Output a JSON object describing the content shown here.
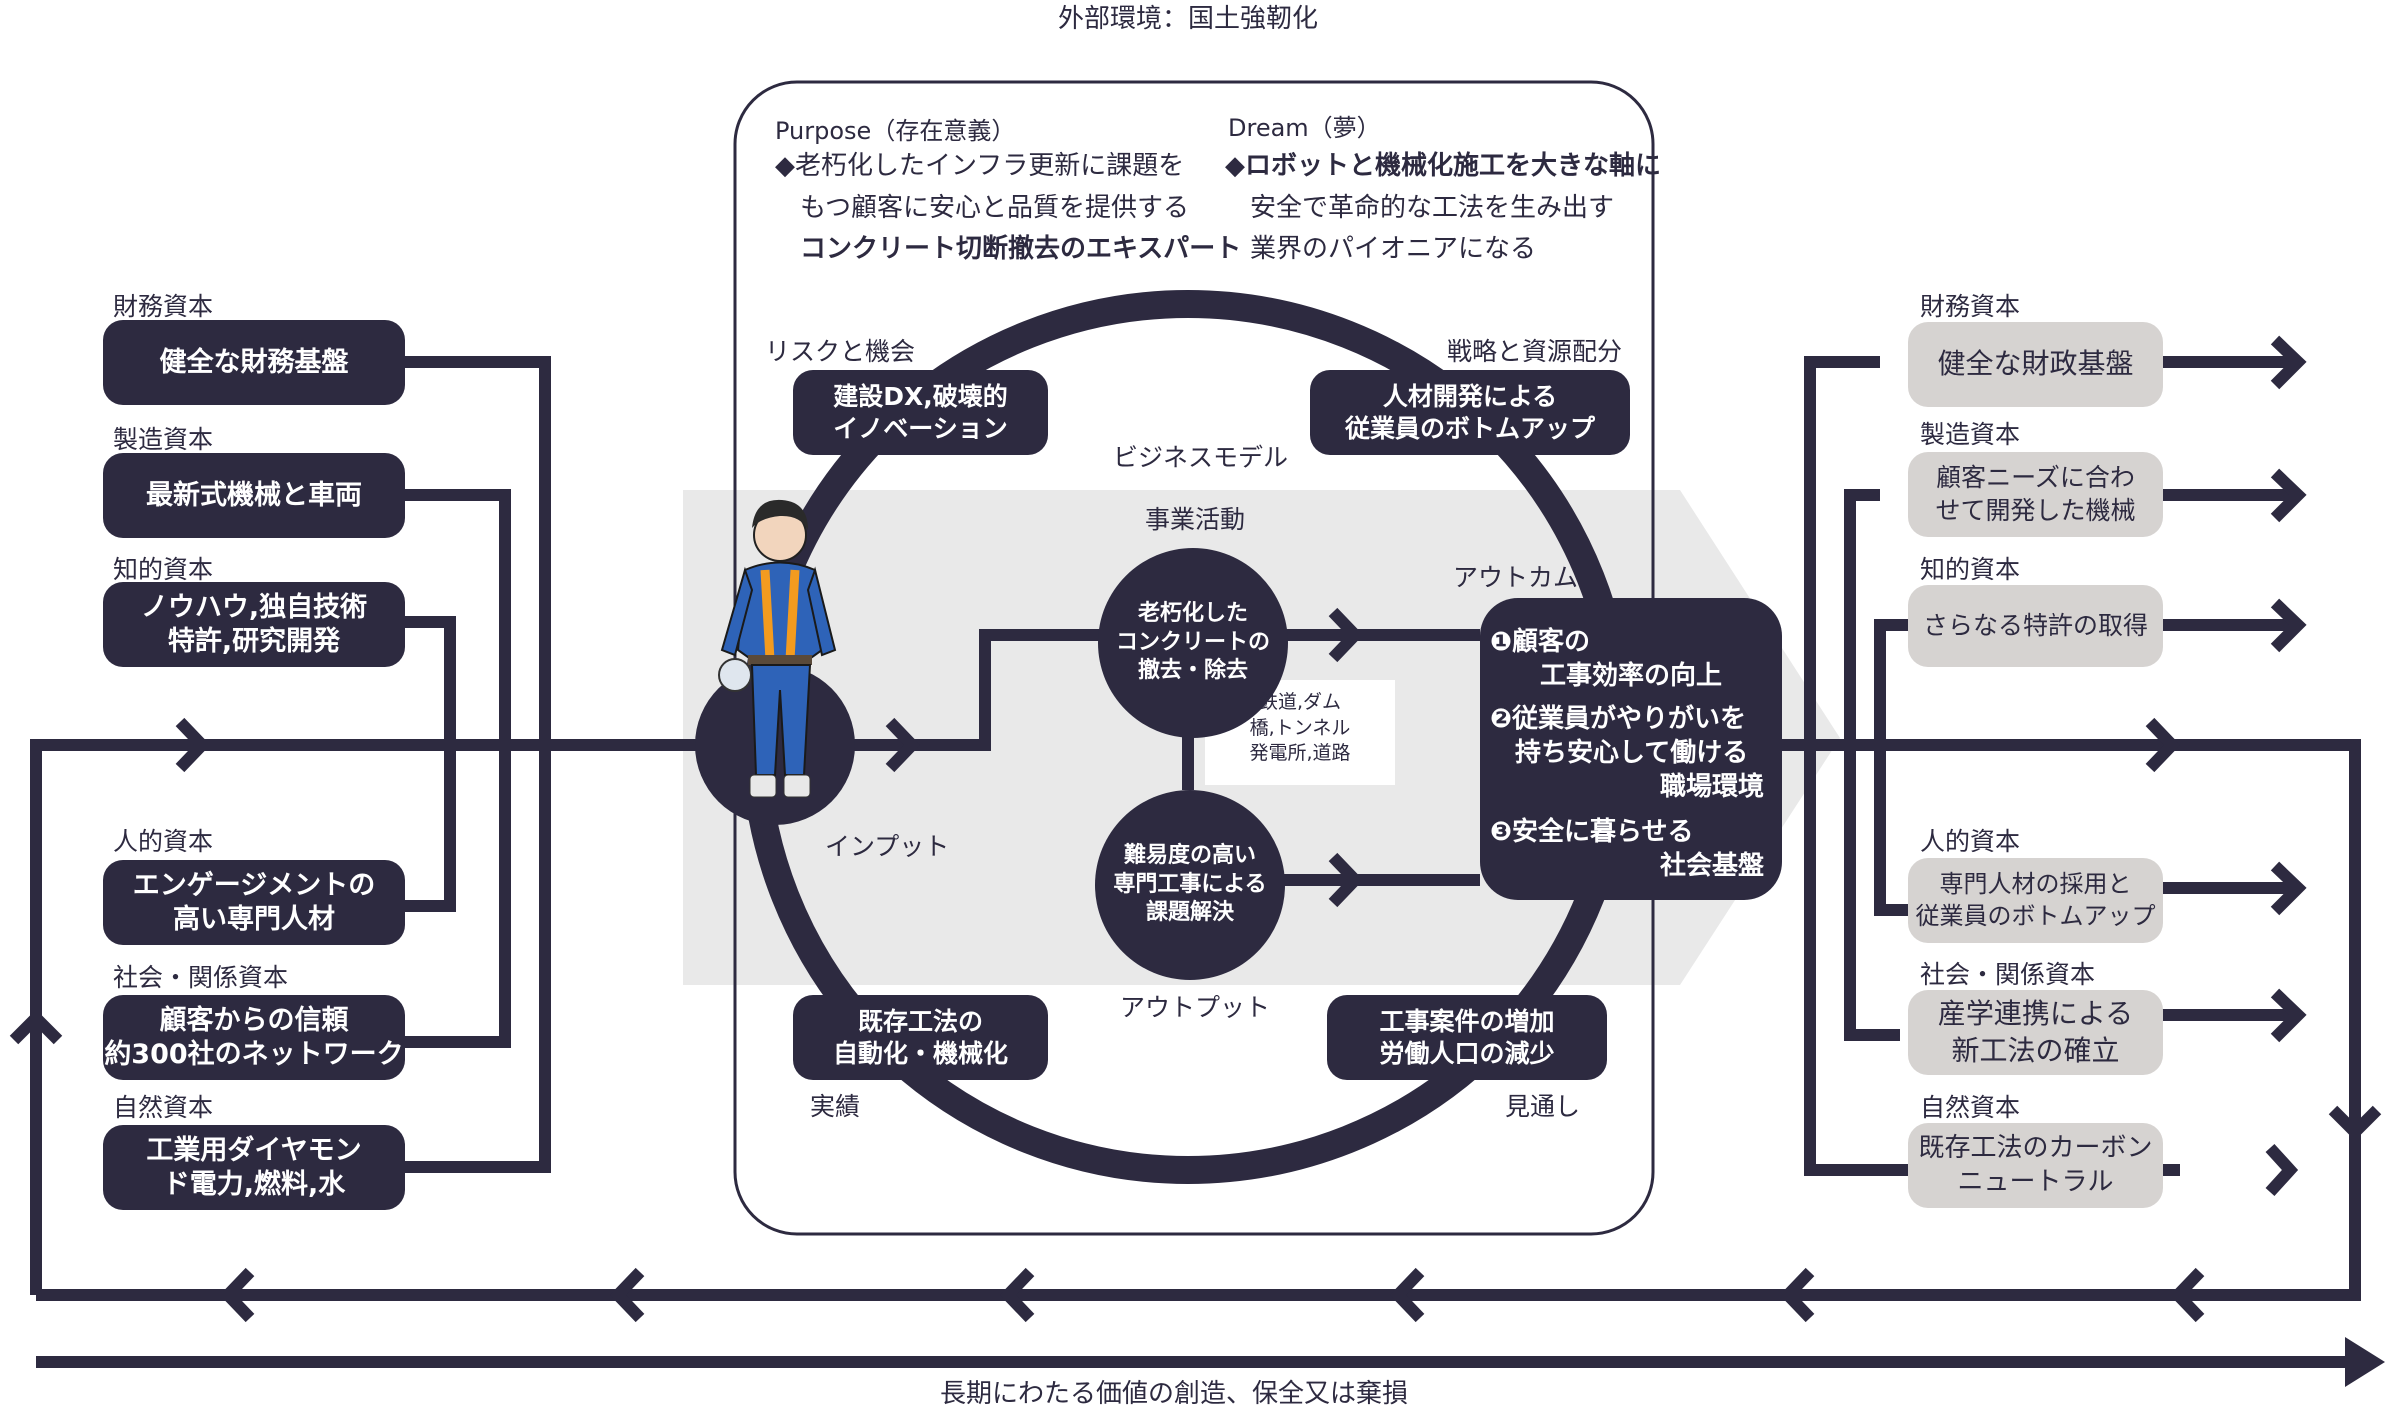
{
  "top_title": "外部環境：国土強靭化",
  "bottom_title": "長期にわたる価値の創造、保全又は棄損",
  "purpose": {
    "heading": "Purpose（存在意義）",
    "line1": "◆老朽化したインフラ更新に課題を",
    "line2": "もつ顧客に安心と品質を提供する",
    "line3": "コンクリート切断撤去のエキスパート"
  },
  "dream": {
    "heading": "Dream（夢）",
    "line1": "◆ロボットと機械化施工を大きな軸に",
    "line2": "安全で革命的な工法を生み出す",
    "line3": "業界のパイオニアになる"
  },
  "left_capitals": [
    {
      "category": "財務資本",
      "lines": [
        "健全な財務基盤"
      ]
    },
    {
      "category": "製造資本",
      "lines": [
        "最新式機械と車両"
      ]
    },
    {
      "category": "知的資本",
      "lines": [
        "ノウハウ,独自技術",
        "特許,研究開発"
      ]
    },
    {
      "category": "人的資本",
      "lines": [
        "エンゲージメントの",
        "高い専門人材"
      ]
    },
    {
      "category": "社会・関係資本",
      "lines": [
        "顧客からの信頼",
        "約300社のネットワーク"
      ]
    },
    {
      "category": "自然資本",
      "lines": [
        "工業用ダイヤモン",
        "ド電力,燃料,水"
      ]
    }
  ],
  "right_capitals": [
    {
      "category": "財務資本",
      "lines": [
        "健全な財政基盤"
      ]
    },
    {
      "category": "製造資本",
      "lines": [
        "顧客ニーズに合わ",
        "せて開発した機械"
      ]
    },
    {
      "category": "知的資本",
      "lines": [
        "さらなる特許の取得"
      ]
    },
    {
      "category": "人的資本",
      "lines": [
        "専門人材の採用と",
        "従業員のボトムアップ"
      ]
    },
    {
      "category": "社会・関係資本",
      "lines": [
        "産学連携による",
        "新工法の確立"
      ]
    },
    {
      "category": "自然資本",
      "lines": [
        "既存工法のカーボン",
        "ニュートラル"
      ]
    }
  ],
  "risk": {
    "label": "リスクと機会",
    "lines": [
      "建設DX,破壊的",
      "イノベーション"
    ]
  },
  "strategy": {
    "label": "戦略と資源配分",
    "lines": [
      "人材開発による",
      "従業員のボトムアップ"
    ]
  },
  "performance": {
    "label": "実績",
    "lines": [
      "既存工法の",
      "自動化・機械化"
    ]
  },
  "outlook": {
    "label": "見通し",
    "lines": [
      "工事案件の増加",
      "労働人口の減少"
    ]
  },
  "business_model_label": "ビジネスモデル",
  "business_activity_label": "事業活動",
  "input_label": "インプット",
  "output_label": "アウトプット",
  "outcome_label": "アウトカム",
  "activity1": [
    "老朽化した",
    "コンクリートの",
    "撤去・除去"
  ],
  "activity2": [
    "難易度の高い",
    "専門工事による",
    "課題解決"
  ],
  "targets": [
    "鉄道,ダム",
    "橋,トンネル",
    "発電所,道路"
  ],
  "outcomes": {
    "o1a": "❶顧客の",
    "o1b": "工事効率の向上",
    "o2a": "❷従業員がやりがいを",
    "o2b": "持ち安心して働ける",
    "o2c": "職場環境",
    "o3a": "❸安全に暮らせる",
    "o3b": "社会基盤"
  },
  "colors": {
    "dark": "#2d2a40",
    "light_box": "#d6d3d1",
    "band": "#e8e8e8"
  },
  "icons": [
    "worker-illustration",
    "arrow-chevron-icon"
  ]
}
